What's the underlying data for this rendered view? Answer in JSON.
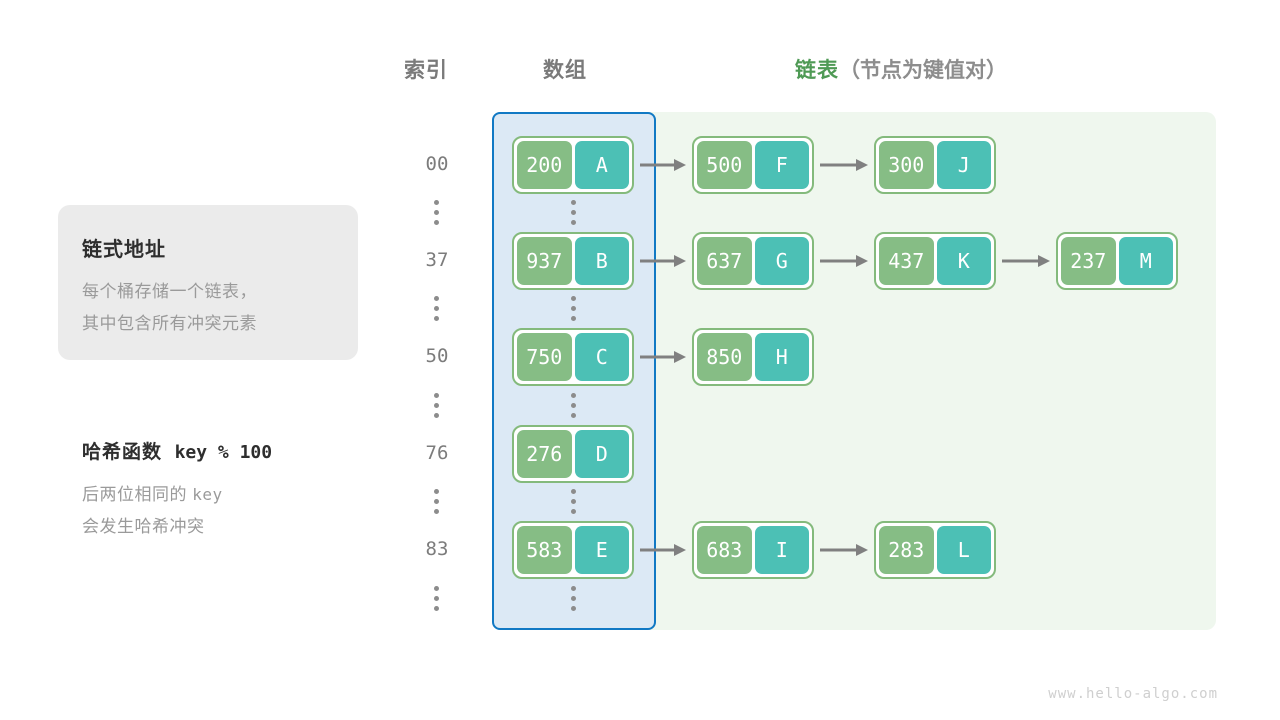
{
  "headers": {
    "index": "索引",
    "array": "数组",
    "list_main": "链表",
    "list_sub": "（节点为键值对）"
  },
  "info_card": {
    "title": "链式地址",
    "line1": "每个桶存储一个链表，",
    "line2": "其中包含所有冲突元素"
  },
  "hash_note": {
    "title_label": "哈希函数",
    "title_formula": "key % 100",
    "line1_prefix": "后两位相同的 ",
    "line1_mono": "key",
    "line2": "会发生哈希冲突"
  },
  "colors": {
    "key_cell": "#86bd85",
    "value_cell": "#4cc0b5",
    "node_border": "#84ba7c",
    "array_region_fill": "#dce9f5",
    "array_region_border": "#1179c4",
    "list_region_fill": "#eff7ee",
    "arrow": "#808080",
    "header_green": "#4f9a55",
    "header_gray": "#7a7a7a"
  },
  "rows": [
    {
      "index": "00",
      "bucket": {
        "key": "200",
        "value": "A"
      },
      "chain": [
        {
          "key": "500",
          "value": "F"
        },
        {
          "key": "300",
          "value": "J"
        }
      ]
    },
    {
      "index": "37",
      "bucket": {
        "key": "937",
        "value": "B"
      },
      "chain": [
        {
          "key": "637",
          "value": "G"
        },
        {
          "key": "437",
          "value": "K"
        },
        {
          "key": "237",
          "value": "M"
        }
      ]
    },
    {
      "index": "50",
      "bucket": {
        "key": "750",
        "value": "C"
      },
      "chain": [
        {
          "key": "850",
          "value": "H"
        }
      ]
    },
    {
      "index": "76",
      "bucket": {
        "key": "276",
        "value": "D"
      },
      "chain": []
    },
    {
      "index": "83",
      "bucket": {
        "key": "583",
        "value": "E"
      },
      "chain": [
        {
          "key": "683",
          "value": "I"
        },
        {
          "key": "283",
          "value": "L"
        }
      ]
    }
  ],
  "ellipsis_rows": 5,
  "footer": "www.hello-algo.com"
}
